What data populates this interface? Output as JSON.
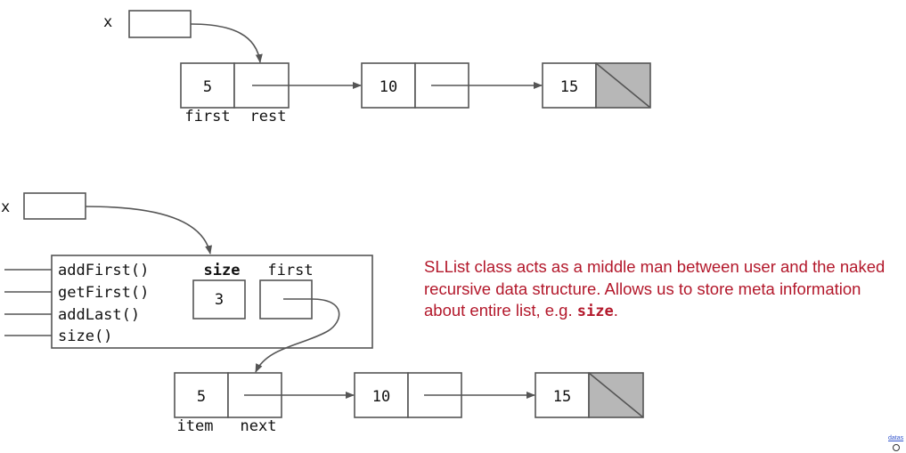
{
  "top_diagram": {
    "var_label": "x",
    "nodes": [
      {
        "value": "5"
      },
      {
        "value": "10"
      },
      {
        "value": "15"
      }
    ],
    "field_labels": {
      "left": "first",
      "right": "rest"
    }
  },
  "bottom_diagram": {
    "var_label": "x",
    "methods": [
      "addFirst()",
      "getFirst()",
      "addLast()",
      "size()"
    ],
    "size_label": "size",
    "size_value": "3",
    "first_label": "first",
    "nodes": [
      {
        "value": "5"
      },
      {
        "value": "10"
      },
      {
        "value": "15"
      }
    ],
    "field_labels": {
      "left": "item",
      "right": "next"
    }
  },
  "note": {
    "text_before": "SLList class acts as a middle man between user and the naked recursive data structure. Allows us to store meta information about entire list, e.g. ",
    "code": "size",
    "text_after": "."
  },
  "credit": "datas",
  "colors": {
    "note": "#b3182b",
    "lines": "#555555",
    "null_fill": "#b7b7b7"
  }
}
